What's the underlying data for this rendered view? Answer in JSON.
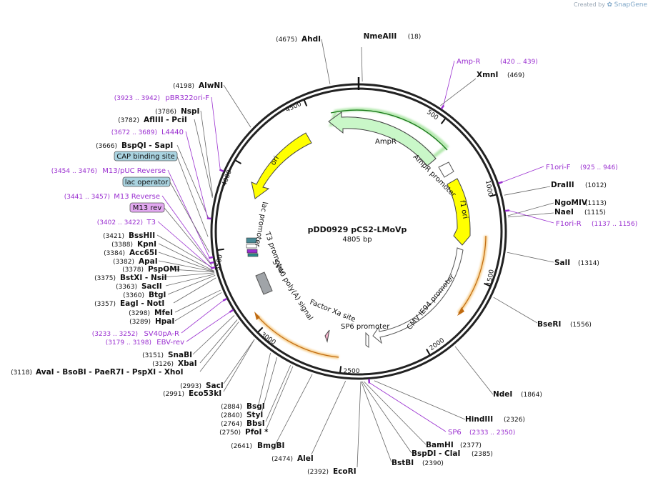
{
  "attribution": {
    "prefix": "Created by",
    "brand": "SnapGene"
  },
  "plasmid": {
    "name": "pDD0929 pCS2-LMoVp",
    "length_label": "4805 bp"
  },
  "ticks": [
    "500",
    "1000",
    "1500",
    "2000",
    "2500",
    "3000",
    "3500",
    "4000",
    "4500"
  ],
  "features": [
    {
      "name": "AmpR",
      "color": "#c9f7c8"
    },
    {
      "name": "AmpR promoter",
      "color": "#ffffff"
    },
    {
      "name": "f1 ori",
      "color": "#ffff00"
    },
    {
      "name": "CMV IE94 promoter",
      "color": "#ffffff"
    },
    {
      "name": "SP6 promoter",
      "color": "#ffffff"
    },
    {
      "name": "Factor Xa site",
      "color": "#f5b2cb"
    },
    {
      "name": "SV40 poly(A) signal",
      "color": "#a0a4a8"
    },
    {
      "name": "T3 promoter",
      "color": "#ffffff"
    },
    {
      "name": "lac promoter",
      "color": "#ffffff"
    },
    {
      "name": "ori",
      "color": "#ffff00"
    }
  ],
  "sites": [
    {
      "name": "NmeAIII",
      "pos": "(18)"
    },
    {
      "name": "XmnI",
      "pos": "(469)"
    },
    {
      "name": "DraIII",
      "pos": "(1012)"
    },
    {
      "name": "NgoMIV",
      "pos": "(1113)"
    },
    {
      "name": "NaeI",
      "pos": "(1115)"
    },
    {
      "name": "SalI",
      "pos": "(1314)"
    },
    {
      "name": "BseRI",
      "pos": "(1556)"
    },
    {
      "name": "NdeI",
      "pos": "(1864)"
    },
    {
      "name": "HindIII",
      "pos": "(2326)"
    },
    {
      "name": "BamHI",
      "pos": "(2377)"
    },
    {
      "name": "BspDI  - ClaI",
      "pos": "(2385)"
    },
    {
      "name": "BstBI",
      "pos": "(2390)"
    },
    {
      "name": "EcoRI",
      "pos": "(2392)"
    },
    {
      "name": "AleI",
      "pos": "(2474)"
    },
    {
      "name": "BmgBI",
      "pos": "(2641)"
    },
    {
      "name": "PfoI *",
      "pos": "(2750)"
    },
    {
      "name": "BbsI",
      "pos": "(2764)"
    },
    {
      "name": "StyI",
      "pos": "(2840)"
    },
    {
      "name": "BsgI",
      "pos": "(2884)"
    },
    {
      "name": "Eco53kI",
      "pos": "(2991)"
    },
    {
      "name": "SacI",
      "pos": "(2993)"
    },
    {
      "name": "AvaI  - BsoBI  - PaeR7I  - PspXI  - XhoI",
      "pos": "(3118)"
    },
    {
      "name": "XbaI",
      "pos": "(3126)"
    },
    {
      "name": "SnaBI",
      "pos": "(3151)"
    },
    {
      "name": "HpaI",
      "pos": "(3289)"
    },
    {
      "name": "MfeI",
      "pos": "(3298)"
    },
    {
      "name": "EagI  - NotI",
      "pos": "(3357)"
    },
    {
      "name": "BtgI",
      "pos": "(3360)"
    },
    {
      "name": "SacII",
      "pos": "(3363)"
    },
    {
      "name": "BstXI  - NsiI",
      "pos": "(3375)"
    },
    {
      "name": "PspOMI",
      "pos": "(3378)"
    },
    {
      "name": "ApaI",
      "pos": "(3382)"
    },
    {
      "name": "Acc65I",
      "pos": "(3384)"
    },
    {
      "name": "KpnI",
      "pos": "(3388)"
    },
    {
      "name": "BssHII",
      "pos": "(3421)"
    },
    {
      "name": "BspQI  - SapI",
      "pos": "(3666)"
    },
    {
      "name": "AflIII  - PciI",
      "pos": "(3782)"
    },
    {
      "name": "NspI",
      "pos": "(3786)"
    },
    {
      "name": "AlwNI",
      "pos": "(4198)"
    },
    {
      "name": "AhdI",
      "pos": "(4675)"
    }
  ],
  "primers": [
    {
      "name": "Amp-R",
      "range": "(420 .. 439)"
    },
    {
      "name": "F1ori-F",
      "range": "(925 .. 946)"
    },
    {
      "name": "F1ori-R",
      "range": "(1137 .. 1156)"
    },
    {
      "name": "SP6",
      "range": "(2333 .. 2350)"
    },
    {
      "name": "EBV-rev",
      "range": "(3179 .. 3198)"
    },
    {
      "name": "SV40pA-R",
      "range": "(3233 .. 3252)"
    },
    {
      "name": "T3",
      "range": "(3402 .. 3422)"
    },
    {
      "name": "M13 Reverse",
      "range": "(3441 .. 3457)"
    },
    {
      "name": "M13/pUC Reverse",
      "range": "(3454 .. 3476)"
    },
    {
      "name": "L4440",
      "range": "(3672 .. 3689)"
    },
    {
      "name": "pBR322ori-F",
      "range": "(3923 .. 3942)"
    }
  ],
  "boxed_labels": [
    {
      "name": "M13 rev",
      "color": "#e2a8f0"
    },
    {
      "name": "lac operator",
      "color": "#a9d3e0"
    },
    {
      "name": "CAP binding site",
      "color": "#a9d3e0"
    }
  ]
}
